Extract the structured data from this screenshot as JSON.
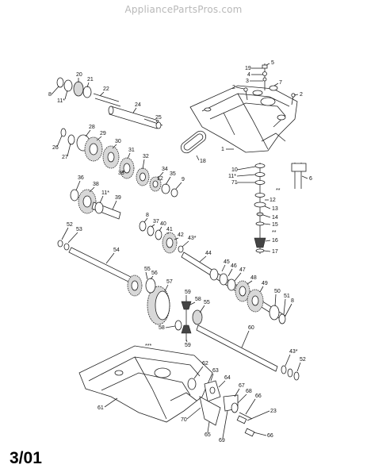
{
  "watermark": "AppliancePartsPros.com",
  "revision_date": "3/01",
  "part_labels": [
    "1",
    "2",
    "3",
    "4",
    "5",
    "6",
    "7",
    "8",
    "9",
    "10",
    "11*",
    "12",
    "13",
    "14",
    "15",
    "16",
    "17",
    "18",
    "19",
    "20",
    "21",
    "22",
    "23",
    "24",
    "25",
    "26",
    "27",
    "28",
    "29",
    "30",
    "31",
    "32",
    "33",
    "34",
    "35",
    "36",
    "37",
    "38",
    "39",
    "40",
    "41",
    "42",
    "43*",
    "44",
    "45",
    "46",
    "47",
    "48",
    "49",
    "50",
    "51",
    "52",
    "53",
    "54",
    "55",
    "56",
    "57",
    "58",
    "59",
    "60",
    "61",
    "62",
    "63",
    "64",
    "65",
    "66",
    "67",
    "68",
    "69",
    "70",
    "71",
    "***",
    "**"
  ]
}
